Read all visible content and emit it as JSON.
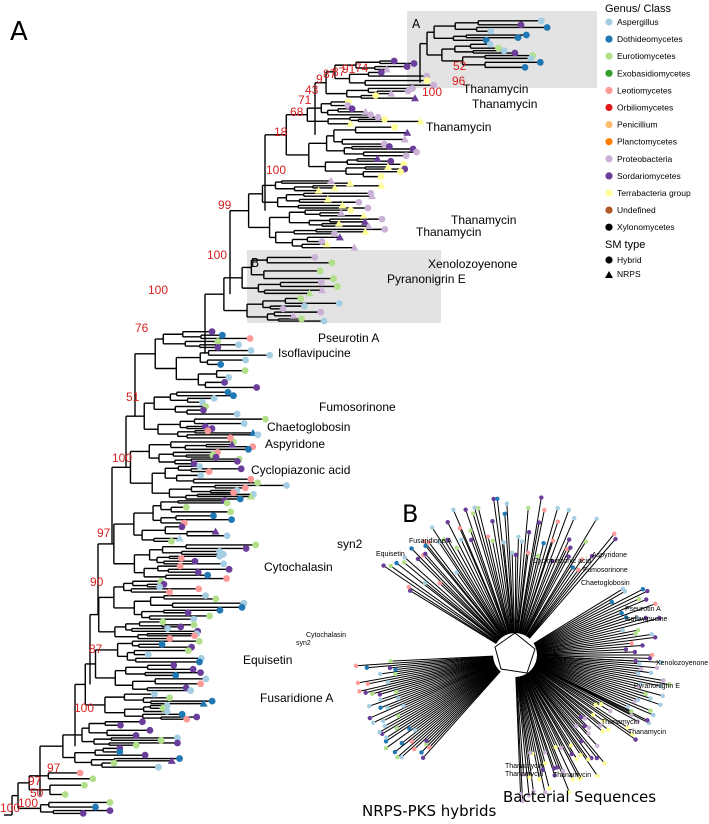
{
  "panels": {
    "main": "A",
    "inset": "A",
    "inset_b": "B",
    "unrooted": "B"
  },
  "legend": {
    "genus_title": "Genus/ Class",
    "classes": [
      {
        "name": "Aspergillus",
        "color": "#a6cee3"
      },
      {
        "name": "Dothideomycetes",
        "color": "#1f78b4"
      },
      {
        "name": "Eurotiomycetes",
        "color": "#b2df8a"
      },
      {
        "name": "Exobasidiomycetes",
        "color": "#33a02c"
      },
      {
        "name": "Leotiomycetes",
        "color": "#fb9a99"
      },
      {
        "name": "Orbiliomycetes",
        "color": "#e31a1c"
      },
      {
        "name": "Penicillium",
        "color": "#fdbf6f"
      },
      {
        "name": "Planctomycetes",
        "color": "#ff7f00"
      },
      {
        "name": "Proteobacteria",
        "color": "#cab2d6"
      },
      {
        "name": "Sordariomycetes",
        "color": "#6a3d9a"
      },
      {
        "name": "Terrabacteria group",
        "color": "#ffff99"
      },
      {
        "name": "Undefined",
        "color": "#b15928"
      },
      {
        "name": "Xylonomycetes",
        "color": "#000000"
      }
    ],
    "sm_title": "SM type",
    "sm_types": [
      {
        "name": "Hybrid",
        "icon": "circle-icon"
      },
      {
        "name": "NRPS",
        "icon": "triangle-icon"
      }
    ]
  },
  "support_values": [
    "52",
    "96",
    "100",
    "74",
    "91",
    "87",
    "87",
    "9",
    "43",
    "71",
    "68",
    "18",
    "100",
    "99",
    "100",
    "100",
    "76",
    "51",
    "100",
    "97",
    "90",
    "87",
    "100",
    "97",
    "97",
    "50",
    "100",
    "100"
  ],
  "tip_labels": [
    "Thanamycin",
    "Thanamycin",
    "Thanamycin",
    "Thanamycin",
    "Thanamycin",
    "Xenolozoyenone",
    "Pyranonigrin E",
    "Pseurotin A",
    "Isoflavipucine",
    "Fumosorinone",
    "Chaetoglobosin",
    "Aspyridone",
    "Cyclopiazonic acid",
    "syn2",
    "Cytochalasin",
    "Equisetin",
    "Fusaridione A"
  ],
  "unrooted_labels": [
    "Fusaridione A",
    "Equisetin",
    "Cyclopiazonic acid",
    "Aspyridone",
    "Fumosorinone",
    "Chaetoglobosin",
    "Pseurotin A",
    "Isoflavipucine",
    "Cytochalasin",
    "syn2",
    "Xenolozoyenone",
    "Pyranonigrin E",
    "Thanamycin",
    "Thanamycin",
    "Thanamycin",
    "Thanamycin",
    "Thanamycin"
  ],
  "captions": {
    "hybrids": "NRPS-PKS hybrids",
    "bacterial": "Bacterial Sequences"
  }
}
